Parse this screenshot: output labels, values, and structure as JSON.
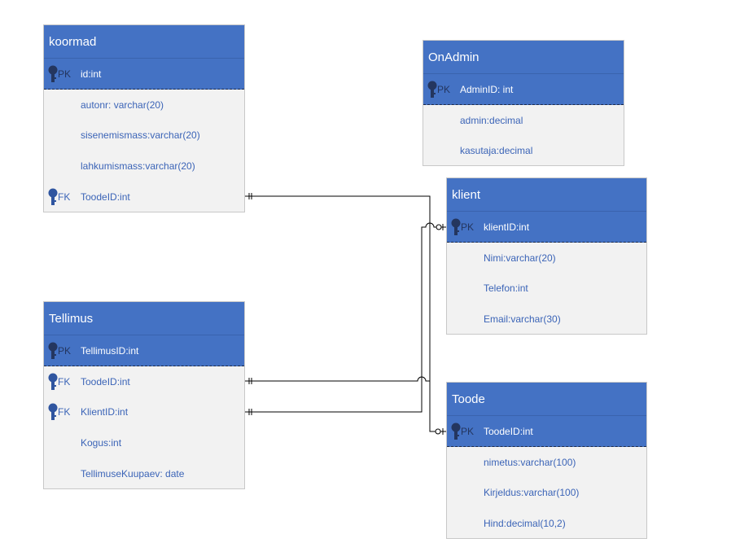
{
  "colors": {
    "header": "#4472c4",
    "body": "#f2f2f2",
    "field_text": "#3b64b7",
    "key_icon": "#24365f",
    "line": "#000000"
  },
  "entities": {
    "koormad": {
      "title": "koormad",
      "rows": [
        {
          "key": "PK",
          "icon": "key-icon",
          "text": "id:int"
        },
        {
          "key": "",
          "text": "autonr: varchar(20)"
        },
        {
          "key": "",
          "text": "sisenemismass:varchar(20)"
        },
        {
          "key": "",
          "text": "lahkumismass:varchar(20)"
        },
        {
          "key": "FK",
          "icon": "key-icon",
          "text": "ToodeID:int"
        }
      ]
    },
    "onadmin": {
      "title": "OnAdmin",
      "rows": [
        {
          "key": "PK",
          "icon": "key-icon",
          "text": "AdminID: int"
        },
        {
          "key": "",
          "text": "admin:decimal"
        },
        {
          "key": "",
          "text": "kasutaja:decimal"
        }
      ]
    },
    "klient": {
      "title": "klient",
      "rows": [
        {
          "key": "PK",
          "icon": "key-icon",
          "text": "klientID:int"
        },
        {
          "key": "",
          "text": "Nimi:varchar(20)"
        },
        {
          "key": "",
          "text": "Telefon:int"
        },
        {
          "key": "",
          "text": "Email:varchar(30)"
        }
      ]
    },
    "tellimus": {
      "title": "Tellimus",
      "rows": [
        {
          "key": "PK",
          "icon": "key-icon",
          "text": "TellimusID:int"
        },
        {
          "key": "FK",
          "icon": "key-icon",
          "text": "ToodeID:int"
        },
        {
          "key": "FK",
          "icon": "key-icon",
          "text": "KlientID:int"
        },
        {
          "key": "",
          "text": "Kogus:int"
        },
        {
          "key": "",
          "text": "TellimuseKuupaev: date"
        }
      ]
    },
    "toode": {
      "title": "Toode",
      "rows": [
        {
          "key": "PK",
          "icon": "key-icon",
          "text": "ToodeID:int"
        },
        {
          "key": "",
          "text": "nimetus:varchar(100)"
        },
        {
          "key": "",
          "text": "Kirjeldus:varchar(100)"
        },
        {
          "key": "",
          "text": "Hind:decimal(10,2)"
        }
      ]
    }
  }
}
